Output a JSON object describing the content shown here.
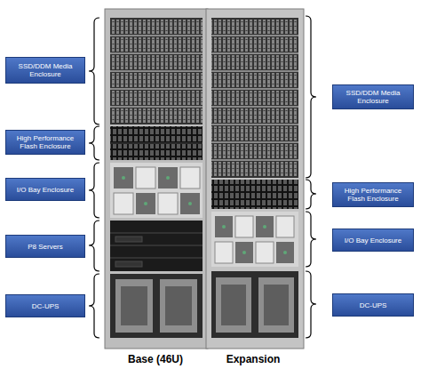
{
  "diagram": {
    "nodes": [
      {
        "text": [
          "SSD/DDM Media Enclosure"
        ]
      },
      {
        "text": [
          "High Performance Flash Enclosure"
        ]
      },
      {
        "text": [
          "I/O Bay Enclosure"
        ]
      },
      {
        "text": [
          "P8 Servers"
        ]
      },
      {
        "text": [
          "DC-UPS"
        ]
      },
      {
        "text": [
          "SSD/DDM Media Enclosure"
        ]
      },
      {
        "text": [
          "High Performance Flash Enclosure"
        ]
      },
      {
        "text": [
          "I/O Bay Enclosure"
        ]
      },
      {
        "text": [
          "DC-UPS"
        ]
      }
    ],
    "labels": [
      "Base (46U)",
      "Expansion"
    ]
  }
}
